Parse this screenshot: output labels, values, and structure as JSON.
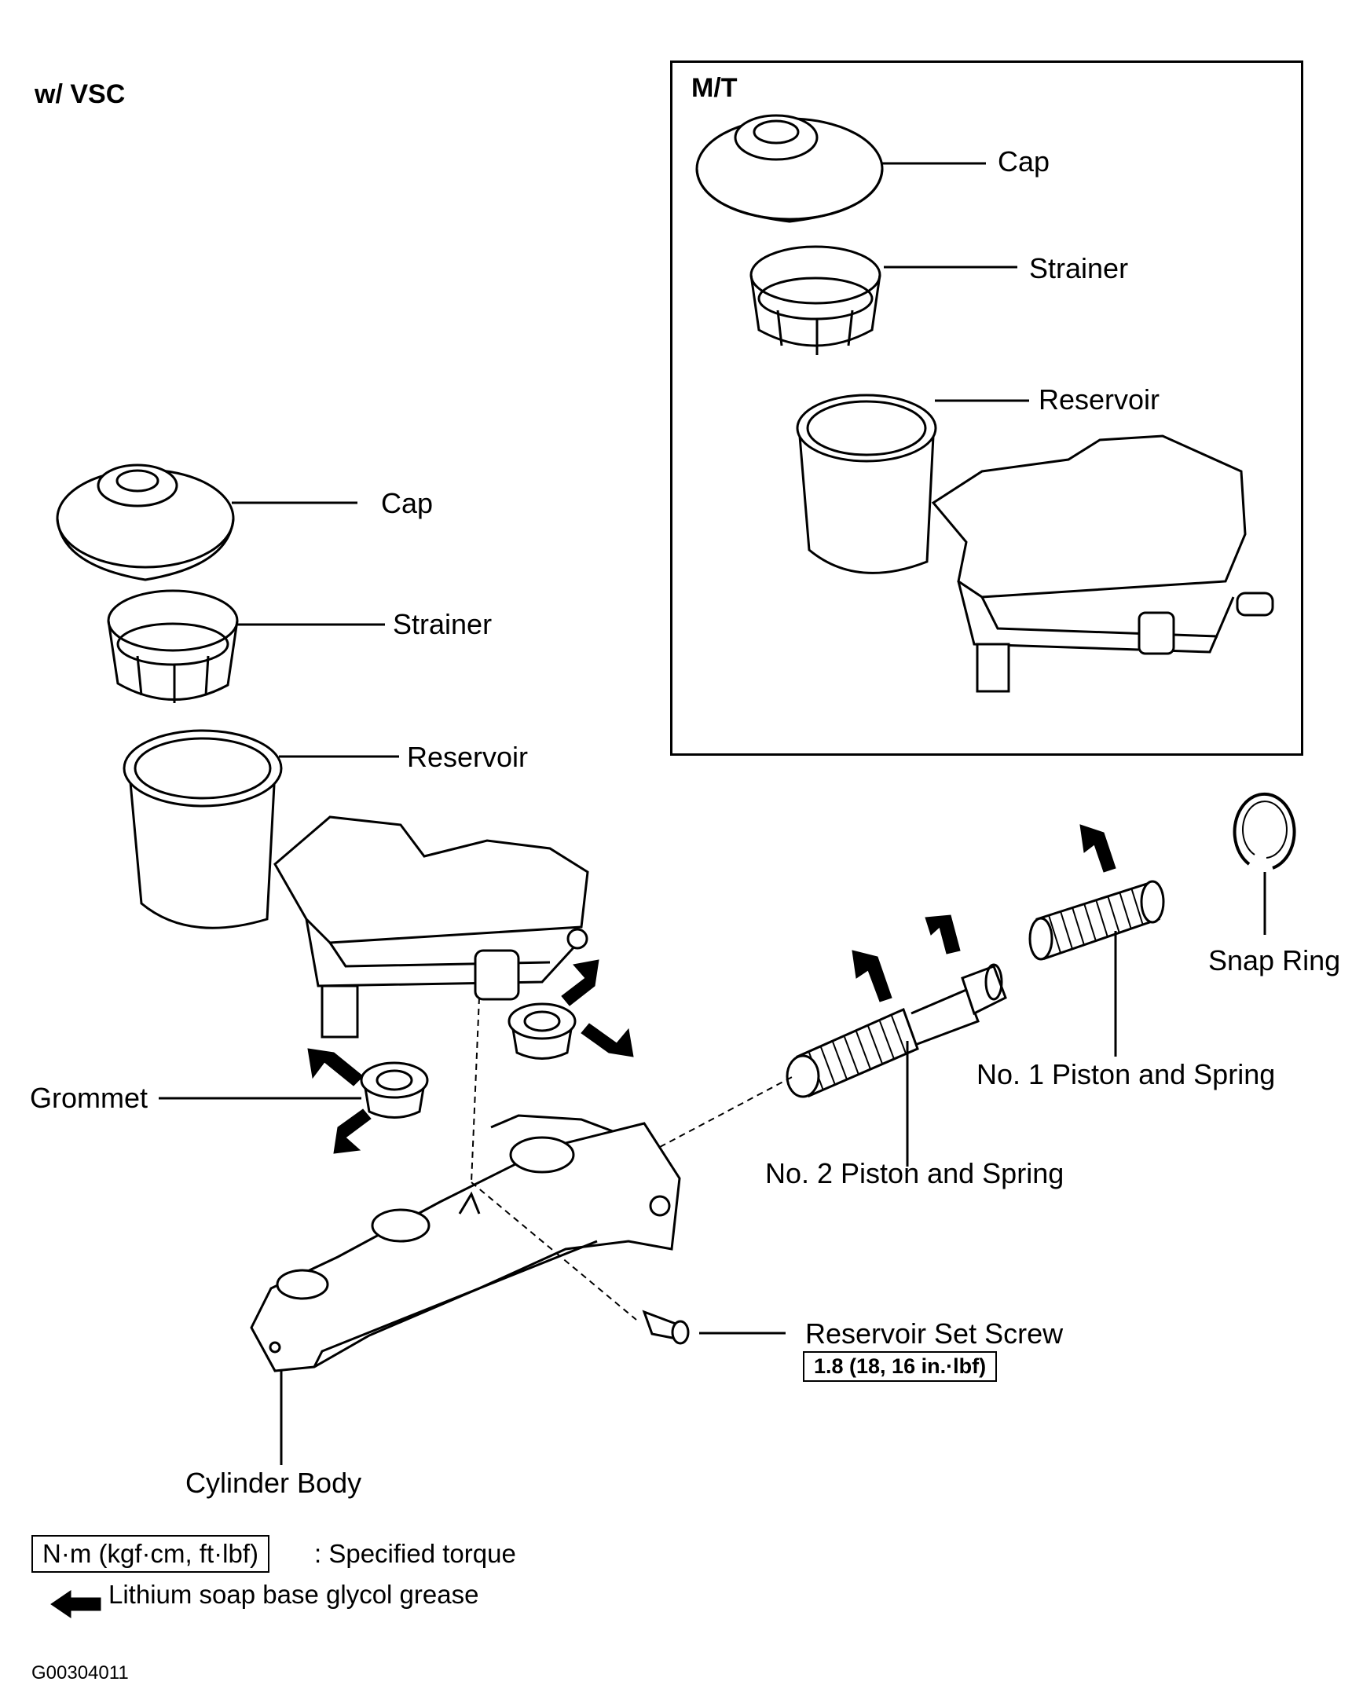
{
  "title": "w/ VSC",
  "inset": {
    "title": "M/T",
    "labels": {
      "cap": "Cap",
      "strainer": "Strainer",
      "reservoir": "Reservoir"
    }
  },
  "main": {
    "labels": {
      "cap": "Cap",
      "strainer": "Strainer",
      "reservoir": "Reservoir",
      "grommet": "Grommet",
      "snap_ring": "Snap Ring",
      "no1_piston": "No. 1 Piston and Spring",
      "no2_piston": "No. 2 Piston and Spring",
      "set_screw": "Reservoir Set Screw",
      "set_screw_torque": "1.8 (18, 16 in.·lbf)",
      "cylinder_body": "Cylinder Body"
    }
  },
  "legend": {
    "torque_box": "N·m (kgf·cm, ft·lbf)",
    "torque_desc": ": Specified torque",
    "grease_desc": "Lithium soap base glycol grease"
  },
  "figure_id": "G00304011"
}
